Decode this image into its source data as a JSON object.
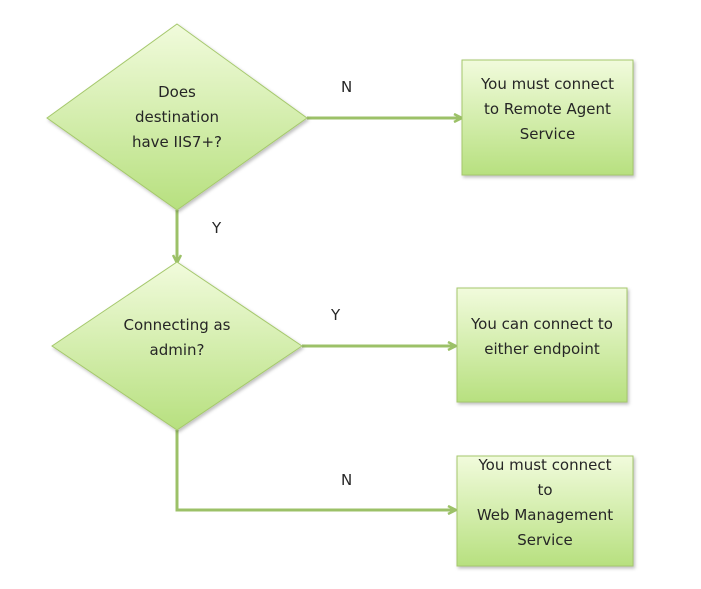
{
  "colors": {
    "fill_light": "#f1fbdc",
    "fill_dark": "#b7e07f",
    "stroke": "#a5c86c",
    "edge": "#9cc168",
    "text": "#262626"
  },
  "nodes": {
    "decision_iis": {
      "text": "Does destination have IIS7+?",
      "lines": [
        "Does",
        "destination",
        "have IIS7+?"
      ]
    },
    "decision_admin": {
      "text": "Connecting as admin?",
      "lines": [
        "Connecting as",
        "admin?"
      ]
    },
    "result_remote_agent": {
      "text": "You must connect to Remote Agent Service",
      "lines": [
        "You must connect",
        "to Remote Agent",
        "Service"
      ]
    },
    "result_either": {
      "text": "You can connect to either endpoint",
      "lines": [
        "You can connect to",
        "either endpoint"
      ]
    },
    "result_wms": {
      "text": "You must connect to Web Management Service",
      "lines": [
        "You must connect to",
        "Web Management",
        "Service"
      ]
    }
  },
  "edges": {
    "iis_no": "N",
    "iis_yes": "Y",
    "admin_yes": "Y",
    "admin_no": "N"
  }
}
